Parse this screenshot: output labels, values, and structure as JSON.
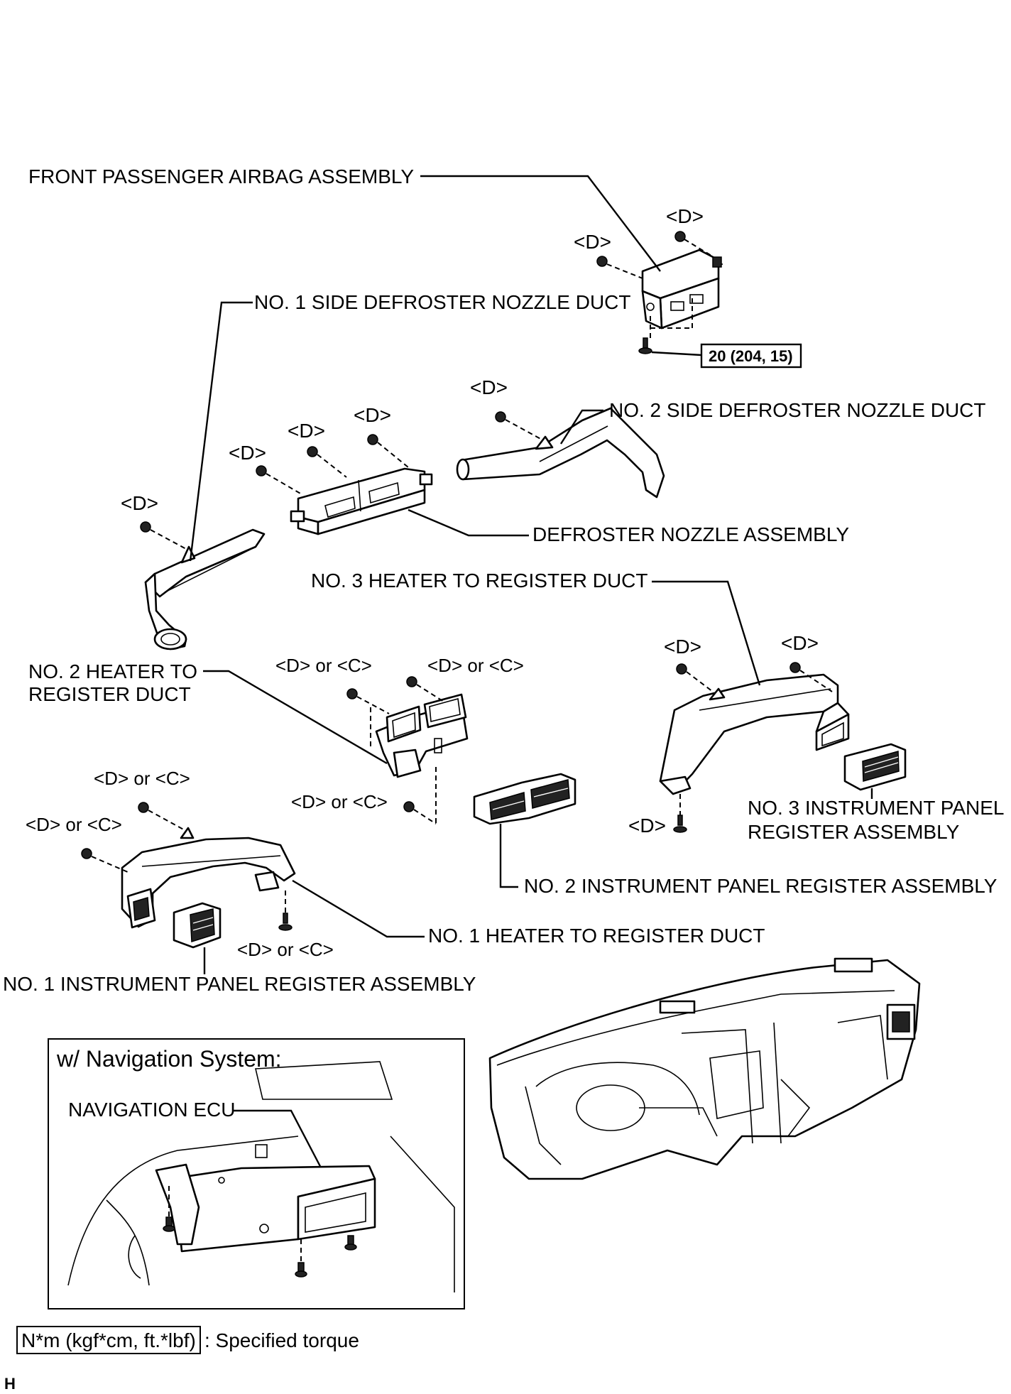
{
  "labels": {
    "front_passenger_airbag": "FRONT PASSENGER AIRBAG ASSEMBLY",
    "no1_side_defroster": "NO. 1 SIDE DEFROSTER NOZZLE DUCT",
    "no2_side_defroster": "NO. 2 SIDE DEFROSTER NOZZLE DUCT",
    "defroster_nozzle": "DEFROSTER NOZZLE ASSEMBLY",
    "no3_heater_duct": "NO. 3 HEATER TO REGISTER DUCT",
    "no2_heater_duct_line1": "NO. 2 HEATER TO",
    "no2_heater_duct_line2": "REGISTER DUCT",
    "no3_register_line1": "NO. 3 INSTRUMENT PANEL",
    "no3_register_line2": "REGISTER ASSEMBLY",
    "no2_register": "NO. 2 INSTRUMENT PANEL REGISTER ASSEMBLY",
    "no1_heater_duct": "NO. 1 HEATER TO REGISTER DUCT",
    "no1_register": "NO. 1 INSTRUMENT PANEL REGISTER ASSEMBLY"
  },
  "fastener_marks": {
    "d": "<D>",
    "d_or_c": "<D> or <C>"
  },
  "torque": {
    "airbag_bolt": "20 (204, 15)"
  },
  "inset": {
    "title": "w/ Navigation System:",
    "navigation_ecu": "NAVIGATION ECU"
  },
  "legend": {
    "units": "N*m (kgf*cm, ft.*lbf)",
    "description": ": Specified torque"
  },
  "footer_mark": "H"
}
